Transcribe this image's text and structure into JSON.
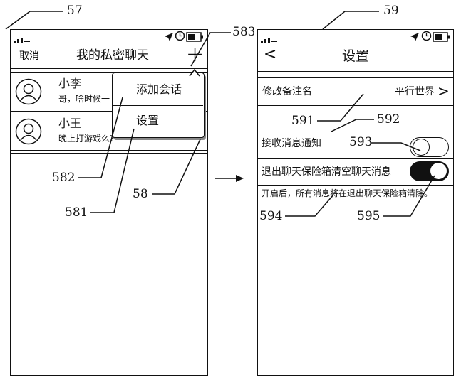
{
  "refs": {
    "r57": "57",
    "r59": "59",
    "r583": "583",
    "r591": "591",
    "r592": "592",
    "r593": "593",
    "r582": "582",
    "r58": "58",
    "r581": "581",
    "r594": "594",
    "r595": "595"
  },
  "left_screen": {
    "header": {
      "cancel": "取消",
      "title": "我的私密聊天",
      "add": "+"
    },
    "chats": [
      {
        "name": "小李",
        "preview": "哥，啥时候一"
      },
      {
        "name": "小王",
        "preview": "晚上打游戏么?"
      }
    ],
    "popup_menu": {
      "add_session": "添加会话",
      "settings": "设置"
    }
  },
  "right_screen": {
    "header": {
      "back": "<",
      "title": "设置"
    },
    "remark": {
      "label": "修改备注名",
      "value": "平行世界",
      "chevron": ">"
    },
    "notify": {
      "label": "接收消息通知",
      "enabled": false
    },
    "clear_on_exit": {
      "label": "退出聊天保险箱清空聊天消息",
      "enabled": true
    },
    "note": "开启后，所有消息将在退出聊天保险箱清除。"
  }
}
